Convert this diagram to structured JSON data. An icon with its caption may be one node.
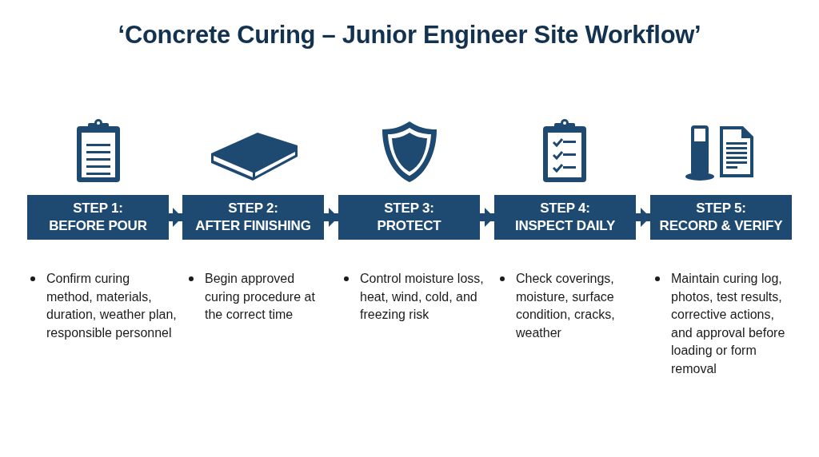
{
  "diagram": {
    "title": "‘Concrete Curing – Junior Engineer Site Workflow’",
    "nodes": [
      {
        "text": [
          "STEP 1:",
          "BEFORE POUR"
        ],
        "beside": [
          "Confirm curing method, materials, duration, weather plan, responsible personnel"
        ]
      },
      {
        "text": [
          "STEP 2:",
          "AFTER FINISHING"
        ],
        "beside": [
          "Begin approved curing procedure at the correct time"
        ]
      },
      {
        "text": [
          "STEP 3:",
          "PROTECT"
        ],
        "beside": [
          "Control moisture loss, heat, wind, cold, and freezing risk"
        ]
      },
      {
        "text": [
          "STEP 4:",
          "INSPECT DAILY"
        ],
        "beside": [
          "Check coverings, moisture, surface condition, cracks, weather"
        ]
      },
      {
        "text": [
          "STEP 5:",
          "RECORD & VERIFY"
        ],
        "beside": [
          "Maintain curing log, photos, test results, corrective actions, and approval before loading or form removal"
        ]
      }
    ],
    "edges": [
      {
        "from": 0,
        "to": 1,
        "arrow": "to"
      },
      {
        "from": 1,
        "to": 2,
        "arrow": "to"
      },
      {
        "from": 2,
        "to": 3,
        "arrow": "to"
      },
      {
        "from": 3,
        "to": 4,
        "arrow": "to"
      }
    ]
  }
}
